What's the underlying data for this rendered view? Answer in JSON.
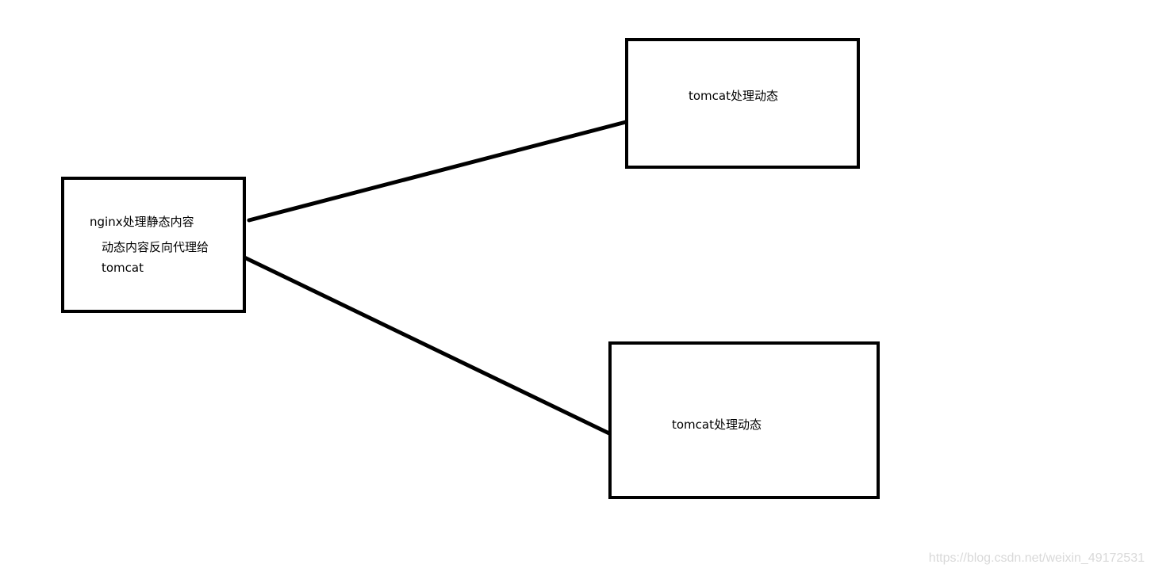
{
  "nodes": {
    "nginx": {
      "line1": "nginx处理静态内容",
      "line2": "动态内容反向代理给",
      "line3": "tomcat"
    },
    "tomcat_top": {
      "label": "tomcat处理动态"
    },
    "tomcat_bottom": {
      "label": "tomcat处理动态"
    }
  },
  "edges": [
    {
      "from": "nginx",
      "to": "tomcat_top"
    },
    {
      "from": "nginx",
      "to": "tomcat_bottom"
    }
  ],
  "watermark": "https://blog.csdn.net/weixin_49172531",
  "colors": {
    "stroke": "#000000",
    "background": "#ffffff",
    "watermark": "#d9d9d9"
  }
}
